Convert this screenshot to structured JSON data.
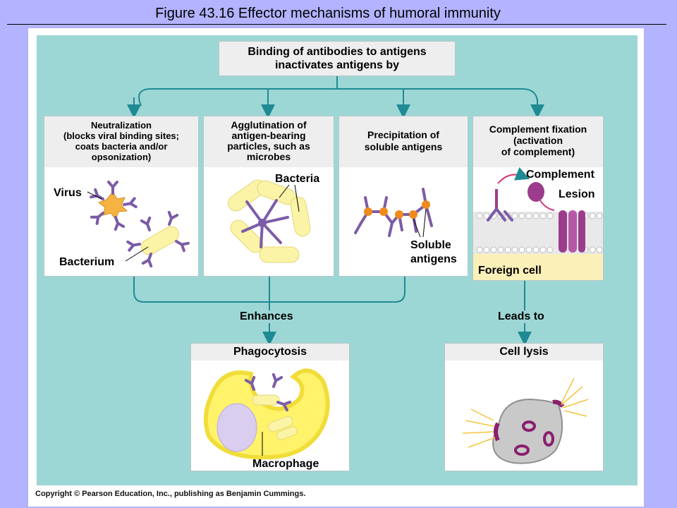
{
  "title": "Figure 43.16  Effector mechanisms of humoral immunity",
  "top_box": {
    "line1": "Binding of antibodies to antigens",
    "line2": "inactivates antigens by"
  },
  "mechanisms": [
    {
      "lines": [
        "Neutralization",
        "(blocks viral binding sites;",
        "coats bacteria and/or",
        "opsonization)"
      ]
    },
    {
      "lines": [
        "Agglutination of",
        "antigen-bearing",
        "particles, such as",
        "microbes"
      ]
    },
    {
      "lines": [
        "Precipitation of",
        "soluble antigens"
      ]
    },
    {
      "lines": [
        "Complement fixation",
        "(activation",
        "of complement)"
      ]
    }
  ],
  "labels": {
    "virus": "Virus",
    "bacterium": "Bacterium",
    "bacteria": "Bacteria",
    "soluble1": "Soluble",
    "soluble2": "antigens",
    "complement": "Complement",
    "lesion": "Lesion",
    "foreign_cell": "Foreign cell",
    "macrophage": "Macrophage"
  },
  "flow": {
    "enhances": "Enhances",
    "leads_to": "Leads to"
  },
  "outcomes": {
    "phagocytosis": "Phagocytosis",
    "cell_lysis": "Cell lysis"
  },
  "copyright": "Copyright © Pearson Education, Inc., publishing as Benjamin Cummings.",
  "colors": {
    "background": "#b3b3ff",
    "teal": "#9dd7d5",
    "arrow": "#1f8a94",
    "antibody": "#7b5ca6",
    "virus": "#f5b342",
    "bacterium": "#fbf3a6",
    "antigen": "#f08a1e",
    "complement": "#9b3d8c",
    "macrophage": "#fff36b",
    "nucleus": "#d9cdf0"
  }
}
